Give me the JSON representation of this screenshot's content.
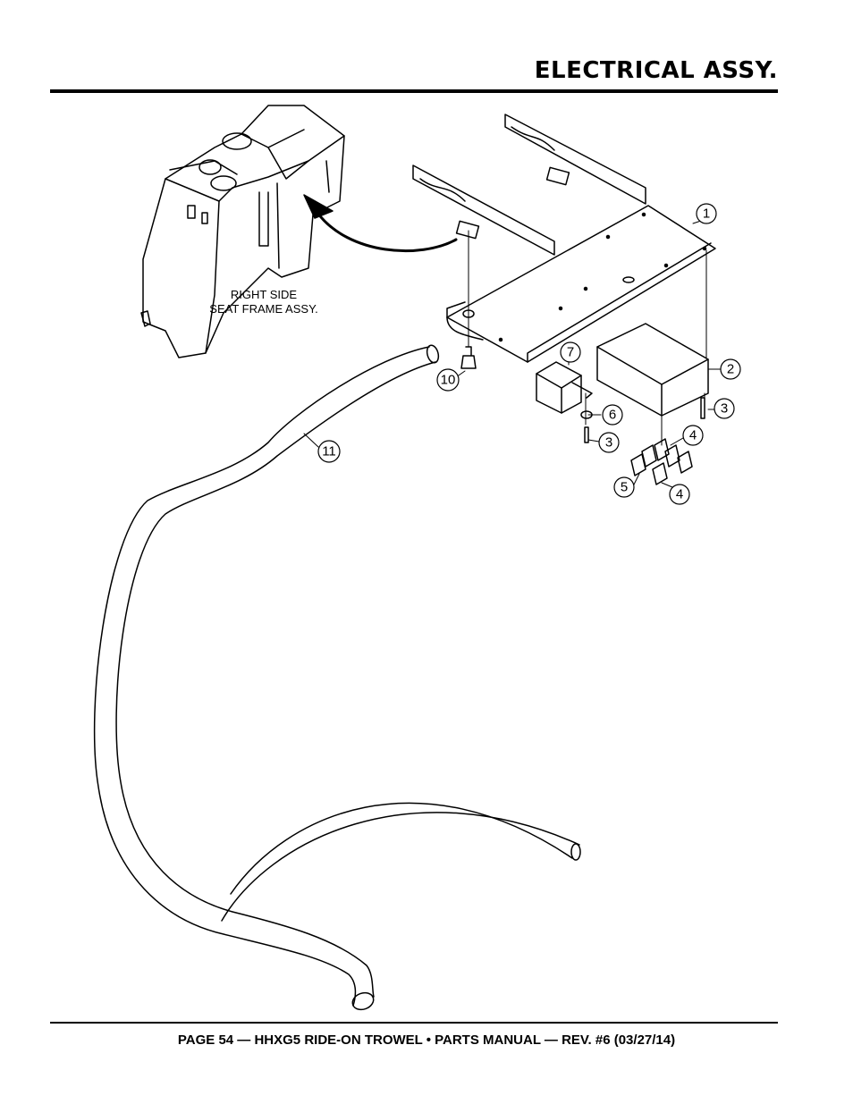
{
  "page": {
    "title": "ELECTRICAL ASSY.",
    "footer": "PAGE 54 — HHXG5 RIDE-ON TROWEL • PARTS MANUAL — REV. #6 (03/27/14)"
  },
  "diagram": {
    "frame_label_line1": "RIGHT SIDE",
    "frame_label_line2": "SEAT FRAME ASSY.",
    "callouts": [
      "1",
      "2",
      "3",
      "3",
      "4",
      "4",
      "5",
      "6",
      "7",
      "10",
      "11"
    ]
  }
}
